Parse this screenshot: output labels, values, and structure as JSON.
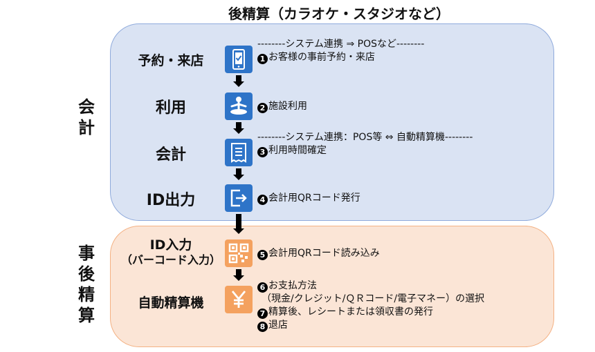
{
  "title": "後精算（カラオケ・スタジオなど）",
  "sections": {
    "kaikei": [
      "会",
      "計"
    ],
    "atoseisan": [
      "事",
      "後",
      "精",
      "算"
    ]
  },
  "steps": {
    "reserve": {
      "label": "予約・来店",
      "icon": "smartphone-check-icon",
      "note": "--------システム連携 ⇒ POSなど--------",
      "num": "1",
      "text": "お客様の事前予約・来店"
    },
    "use": {
      "label": "利用",
      "icon": "person-meditation-icon",
      "num": "2",
      "text": "施設利用"
    },
    "account": {
      "label": "会計",
      "icon": "receipt-icon",
      "note": "--------システム連携：POS等 ⇔ 自動精算機--------",
      "num": "3",
      "text": "利用時間確定"
    },
    "id_out": {
      "label": "ID出力",
      "icon": "exit-icon",
      "num": "4",
      "text": "会計用QRコード発行"
    },
    "id_in": {
      "label": "ID入力",
      "sublabel": "（バーコード入力）",
      "icon": "qr-code-icon",
      "num": "5",
      "text": "会計用QRコード読み込み"
    },
    "machine": {
      "label": "自動精算機",
      "icon": "yen-icon",
      "num6": "6",
      "text6": "お支払方法",
      "text6b": "（現金/クレジット/ＱＲコード/電子マネー）の選択",
      "num7": "7",
      "text7": "精算後、レシートまたは領収書の発行",
      "num8": "8",
      "text8": "退店"
    }
  },
  "colors": {
    "blue_panel": "#dae3f3",
    "orange_panel": "#fbe5d6",
    "blue_icon": "#2e74c8",
    "orange_icon": "#f4a15f"
  }
}
